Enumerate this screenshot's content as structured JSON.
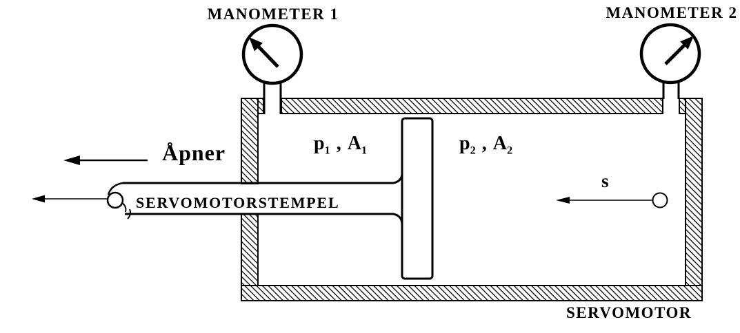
{
  "colors": {
    "ink": "#000000",
    "paper": "#ffffff"
  },
  "manometer1": {
    "label": "MANOMETER 1"
  },
  "manometer2": {
    "label": "MANOMETER 2"
  },
  "open_arrow": {
    "label": "Åpner"
  },
  "rod": {
    "label": "SERVOMOTORSTEMPEL"
  },
  "chamber_left": {
    "pressure": "p",
    "pressure_sub": "1",
    "separator": ",",
    "area": "A",
    "area_sub": "1"
  },
  "chamber_right": {
    "pressure": "p",
    "pressure_sub": "2",
    "separator": ",",
    "area": "A",
    "area_sub": "2"
  },
  "stroke_arrow": {
    "label": "s"
  },
  "housing": {
    "label": "SERVOMOTOR"
  }
}
